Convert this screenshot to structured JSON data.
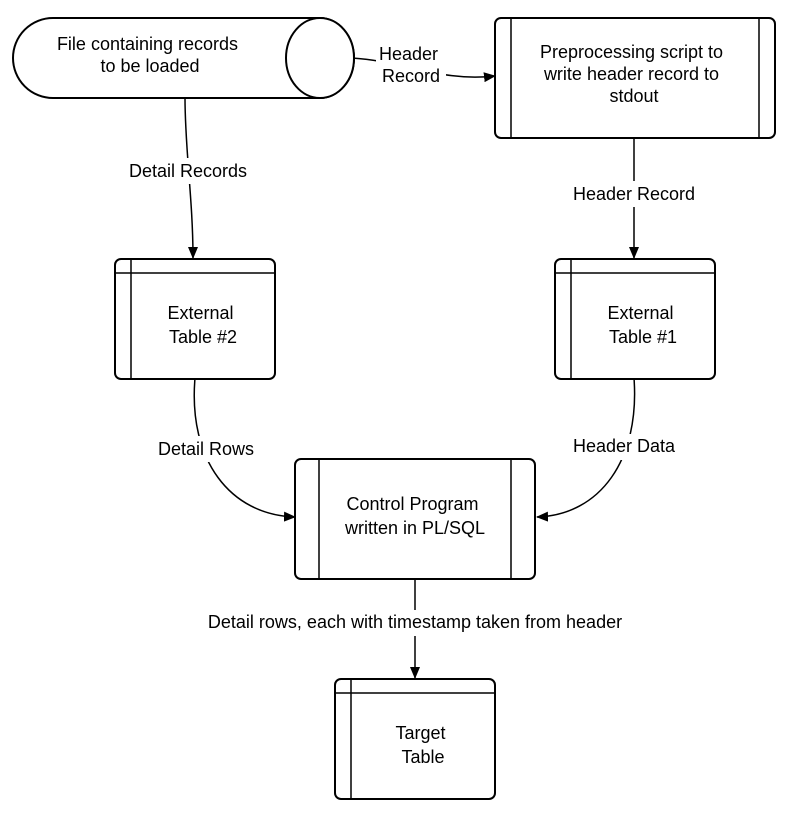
{
  "nodes": {
    "source_file": {
      "lines": [
        "File containing records",
        "to be loaded"
      ]
    },
    "preprocessing_script": {
      "lines": [
        "Preprocessing script to",
        "write header record to",
        "stdout"
      ]
    },
    "external_table_2": {
      "lines": [
        "External",
        "Table #2"
      ]
    },
    "external_table_1": {
      "lines": [
        "External",
        "Table #1"
      ]
    },
    "control_program": {
      "lines": [
        "Control Program",
        "written in PL/SQL"
      ]
    },
    "target_table": {
      "lines": [
        "Target",
        "Table"
      ]
    }
  },
  "edges": {
    "file_to_script": {
      "lines": [
        "Header",
        "Record"
      ]
    },
    "file_to_ext2": {
      "lines": [
        "Detail Records"
      ]
    },
    "script_to_ext1": {
      "lines": [
        "Header Record"
      ]
    },
    "ext2_to_control": {
      "lines": [
        "Detail Rows"
      ]
    },
    "ext1_to_control": {
      "lines": [
        "Header Data"
      ]
    },
    "control_to_target": {
      "lines": [
        "Detail rows, each with timestamp taken from header"
      ]
    }
  }
}
